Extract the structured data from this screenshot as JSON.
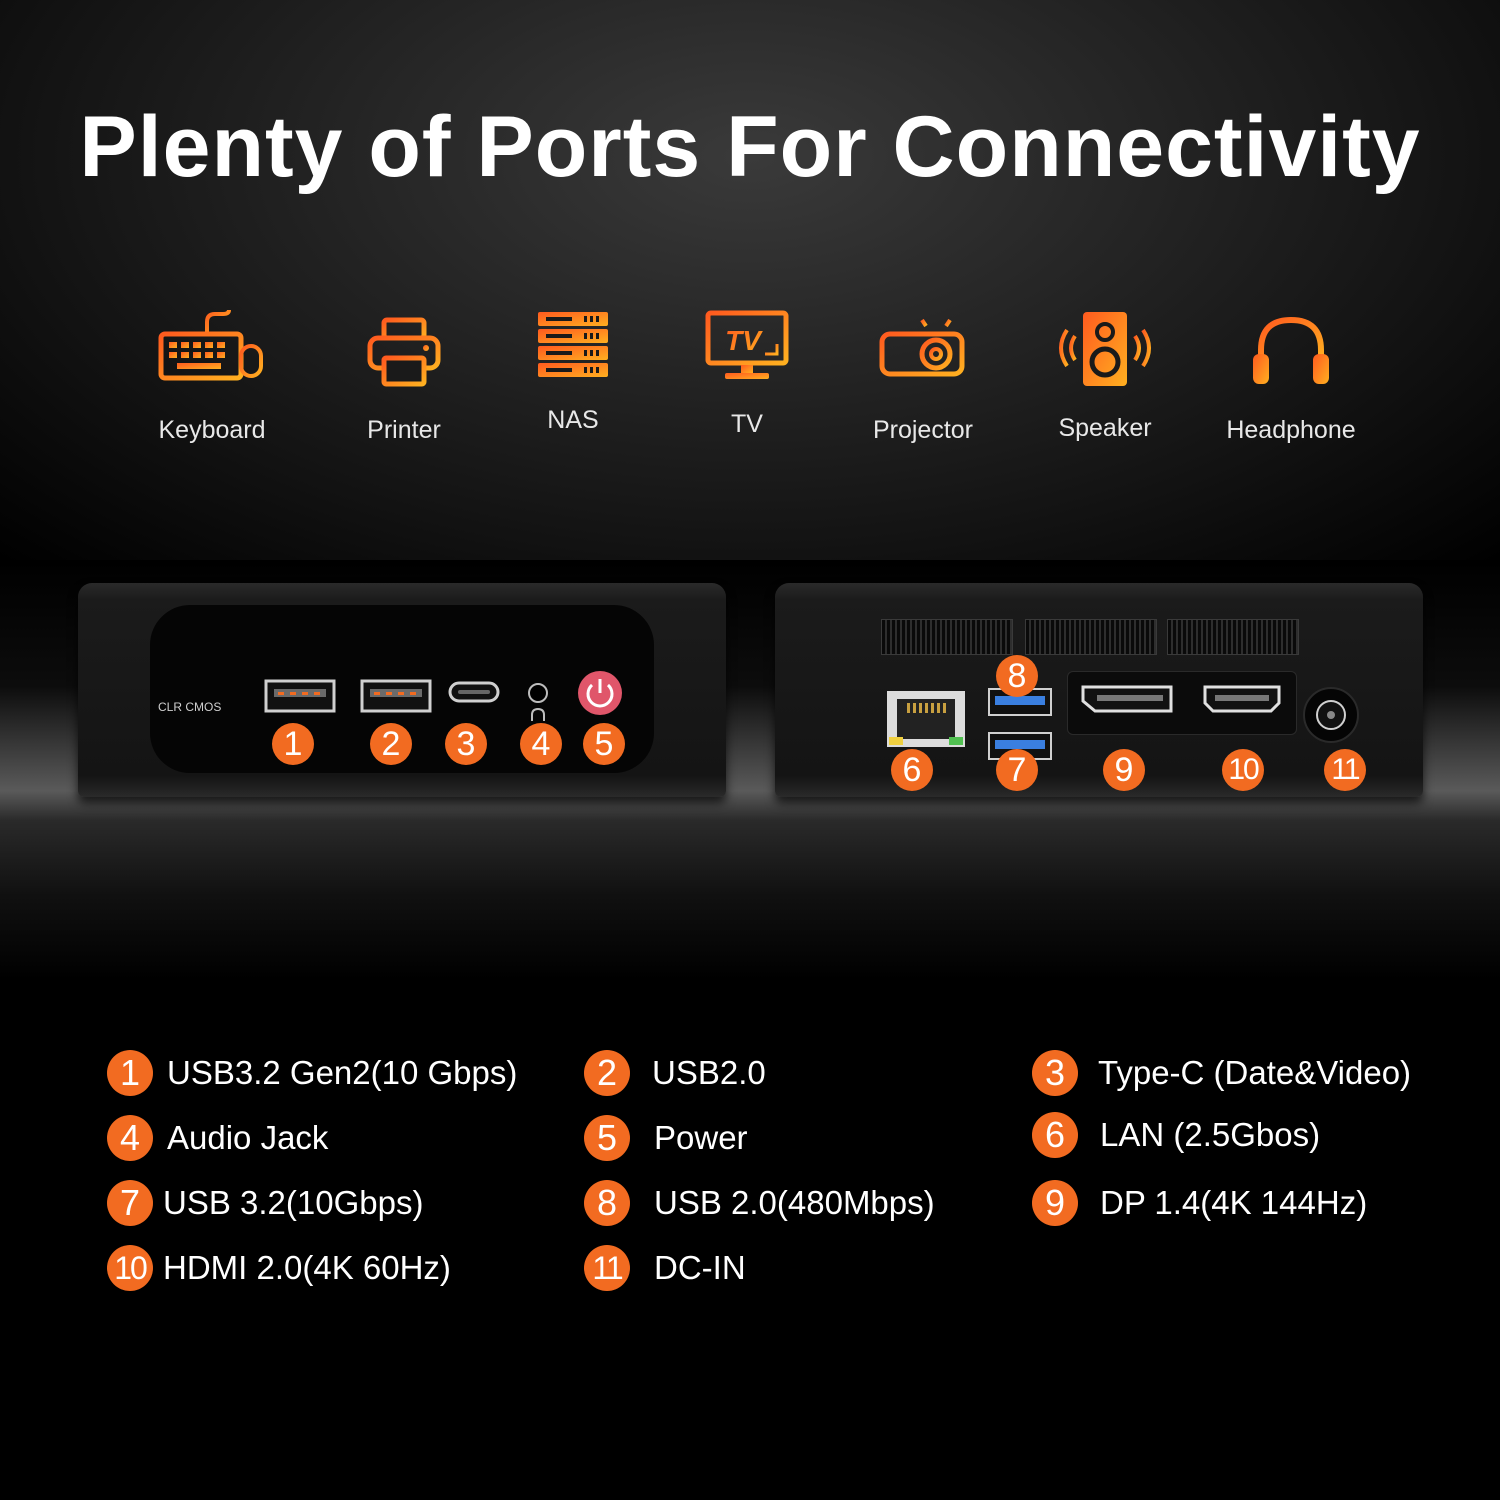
{
  "title": "Plenty of Ports For Connectivity",
  "devices": [
    {
      "label": "Keyboard",
      "icon": "keyboard-icon"
    },
    {
      "label": "Printer",
      "icon": "printer-icon"
    },
    {
      "label": "NAS",
      "icon": "nas-icon"
    },
    {
      "label": "TV",
      "icon": "tv-icon"
    },
    {
      "label": "Projector",
      "icon": "projector-icon"
    },
    {
      "label": "Speaker",
      "icon": "speaker-icon"
    },
    {
      "label": "Headphone",
      "icon": "headphone-icon"
    }
  ],
  "tv_icon_text": "TV",
  "front_panel": {
    "clr_label": "CLR  CMOS",
    "badges": [
      "1",
      "2",
      "3",
      "4",
      "5"
    ]
  },
  "back_panel": {
    "badges": [
      "6",
      "7",
      "8",
      "9",
      "10",
      "11"
    ]
  },
  "specs": [
    {
      "num": "1",
      "text": "USB3.2 Gen2(10 Gbps)"
    },
    {
      "num": "2",
      "text": "USB2.0"
    },
    {
      "num": "3",
      "text": "Type-C (Date&Video)"
    },
    {
      "num": "4",
      "text": "Audio Jack"
    },
    {
      "num": "5",
      "text": "Power"
    },
    {
      "num": "6",
      "text": "LAN (2.5Gbos)"
    },
    {
      "num": "7",
      "text": "USB 3.2(10Gbps)"
    },
    {
      "num": "8",
      "text": "USB 2.0(480Mbps)"
    },
    {
      "num": "9",
      "text": "DP 1.4(4K 144Hz)"
    },
    {
      "num": "10",
      "text": "HDMI 2.0(4K 60Hz)"
    },
    {
      "num": "11",
      "text": "DC-IN"
    }
  ],
  "colors": {
    "accent": "#f26b21",
    "icon_gradient_start": "#ff5a1f",
    "icon_gradient_end": "#ffb020"
  }
}
